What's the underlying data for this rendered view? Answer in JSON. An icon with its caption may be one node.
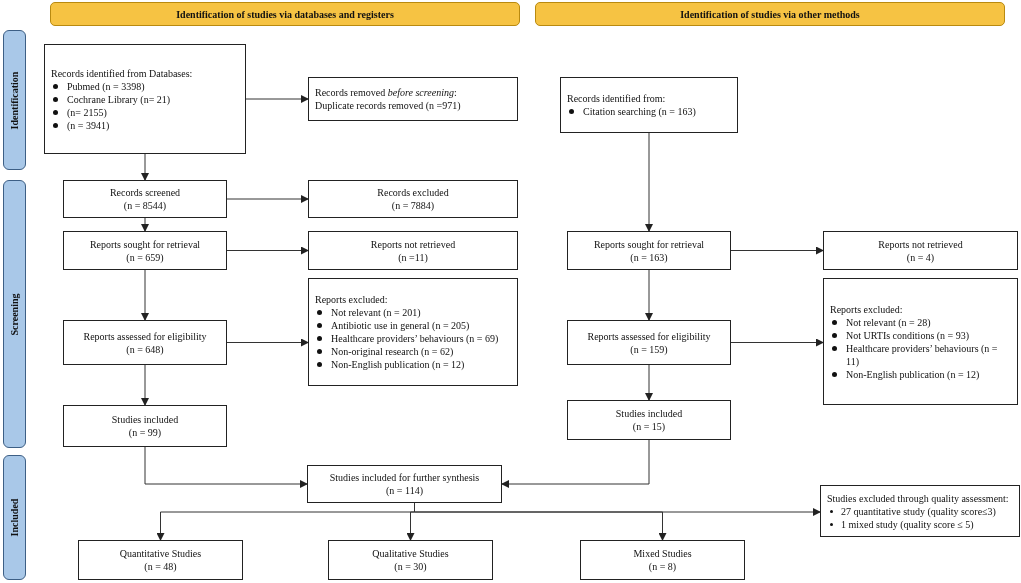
{
  "diagram": {
    "nodes": [
      {
        "text": [
          "Identification of studies via databases and registers"
        ]
      },
      {
        "text": [
          "Identification of studies via other methods"
        ]
      },
      {
        "text": [
          "Identification"
        ]
      },
      {
        "text": [
          "Screening"
        ]
      },
      {
        "text": [
          "Included"
        ]
      },
      {
        "text": [
          "Records identified from Databases:",
          "Pubmed (n = 3398)",
          "Cochrane Library (n= 21)",
          "(n= 2155)",
          "(n = 3941)"
        ]
      },
      {
        "text": [
          "Records removed *before screening*:",
          "Duplicate records removed  (n =971)"
        ]
      },
      {
        "text": [
          "Records screened",
          "(n = 8544)"
        ]
      },
      {
        "text": [
          "Records excluded",
          "(n = 7884)"
        ]
      },
      {
        "text": [
          "Reports sought for retrieval",
          "(n = 659)"
        ]
      },
      {
        "text": [
          "Reports not retrieved",
          "(n =11)"
        ]
      },
      {
        "text": [
          "Reports excluded:",
          "Not relevant (n = 201)",
          "Antibiotic use in general (n = 205)",
          "Healthcare providers’ behaviours (n = 69)",
          "Non-original research (n = 62)",
          "Non-English publication (n = 12)"
        ]
      },
      {
        "text": [
          "Reports assessed for eligibility",
          "(n = 648)"
        ]
      },
      {
        "text": [
          "Studies included",
          "(n = 99)"
        ]
      },
      {
        "text": [
          "Records identified from:",
          "Citation searching (n = 163)"
        ]
      },
      {
        "text": [
          "Reports sought for retrieval",
          "(n = 163)"
        ]
      },
      {
        "text": [
          "Reports not retrieved",
          "(n = 4)"
        ]
      },
      {
        "text": [
          "Reports excluded:",
          "Not relevant (n = 28)",
          "Not URTIs conditions (n = 93)",
          "Healthcare providers’ behaviours (n = 11)",
          "Non-English publication (n = 12)"
        ]
      },
      {
        "text": [
          "Reports assessed for eligibility",
          "(n = 159)"
        ]
      },
      {
        "text": [
          "Studies included",
          "(n = 15)"
        ]
      },
      {
        "text": [
          "Studies included for further synthesis",
          "(n = 114)"
        ]
      },
      {
        "text": [
          "Studies excluded through quality assessment:",
          "27 quantitative study (quality score≤3)",
          "1 mixed study (quality score ≤ 5)"
        ]
      },
      {
        "text": [
          "Quantitative Studies",
          "(n = 48)"
        ]
      },
      {
        "text": [
          "Qualitative Studies",
          "(n = 30)"
        ]
      },
      {
        "text": [
          "Mixed Studies",
          "(n = 8)"
        ]
      }
    ],
    "edges": [
      {
        "from": 5,
        "to": 6,
        "arrow": "to"
      },
      {
        "from": 5,
        "to": 7,
        "arrow": "to"
      },
      {
        "from": 7,
        "to": 8,
        "arrow": "to"
      },
      {
        "from": 7,
        "to": 9,
        "arrow": "to"
      },
      {
        "from": 9,
        "to": 10,
        "arrow": "to"
      },
      {
        "from": 9,
        "to": 12,
        "arrow": "to"
      },
      {
        "from": 12,
        "to": 11,
        "arrow": "to"
      },
      {
        "from": 12,
        "to": 13,
        "arrow": "to"
      },
      {
        "from": 14,
        "to": 15,
        "arrow": "to"
      },
      {
        "from": 15,
        "to": 16,
        "arrow": "to"
      },
      {
        "from": 15,
        "to": 18,
        "arrow": "to"
      },
      {
        "from": 18,
        "to": 17,
        "arrow": "to"
      },
      {
        "from": 18,
        "to": 19,
        "arrow": "to"
      },
      {
        "from": 13,
        "to": 20,
        "arrow": "to"
      },
      {
        "from": 19,
        "to": 20,
        "arrow": "to"
      },
      {
        "from": 20,
        "to": 21,
        "arrow": "to"
      },
      {
        "from": 20,
        "to": 22,
        "arrow": "to"
      },
      {
        "from": 20,
        "to": 23,
        "arrow": "to"
      },
      {
        "from": 20,
        "to": 24,
        "arrow": "to"
      }
    ]
  }
}
